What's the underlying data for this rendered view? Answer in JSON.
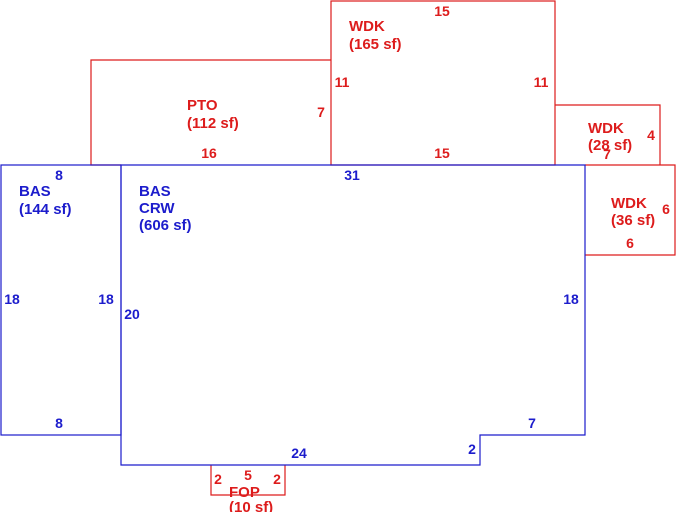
{
  "colors": {
    "living": "#1c1ccc",
    "other": "#dd1c1c",
    "background": "#ffffff"
  },
  "areas": {
    "bas1": {
      "name": "BAS",
      "area": "(144 sf)"
    },
    "bas2": {
      "name": "BAS",
      "sub": "CRW",
      "area": "(606 sf)"
    },
    "pto": {
      "name": "PTO",
      "area": "(112 sf)"
    },
    "wdk1": {
      "name": "WDK",
      "area": "(165 sf)"
    },
    "wdk2": {
      "name": "WDK",
      "area": "(28 sf)"
    },
    "wdk3": {
      "name": "WDK",
      "area": "(36 sf)"
    },
    "fop": {
      "name": "FOP",
      "area": "(10 sf)"
    }
  },
  "dims": {
    "bas1": {
      "top": "8",
      "bottom": "8",
      "left": "18",
      "right": "18"
    },
    "bas2": {
      "top": "31",
      "left": "20",
      "right": "18",
      "notch_right": "7",
      "notch_up": "2",
      "bottom": "24"
    },
    "pto": {
      "right": "7",
      "bottom": "16"
    },
    "wdk1": {
      "top": "15",
      "bottom": "15",
      "left": "11",
      "right": "11"
    },
    "wdk2": {
      "right": "4",
      "bottom": "7"
    },
    "wdk3": {
      "right": "6",
      "bottom": "6"
    },
    "fop": {
      "left": "2",
      "right": "2",
      "top": "5"
    }
  }
}
